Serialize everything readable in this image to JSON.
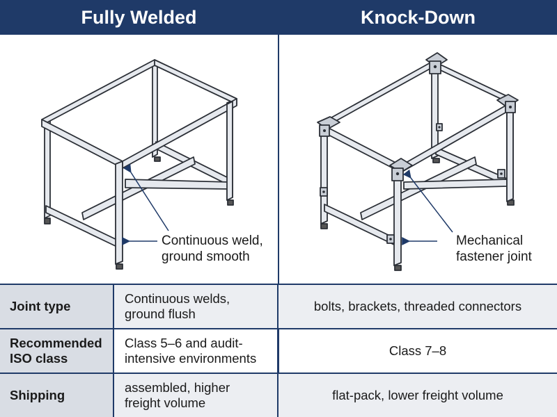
{
  "headers": {
    "left": "Fully Welded",
    "right": "Knock-Down"
  },
  "callouts": {
    "welded_line1": "Continuous weld,",
    "welded_line2": "ground smooth",
    "kd_line1": "Mechanical",
    "kd_line2": "fastener joint"
  },
  "table": {
    "rows": [
      {
        "label_lines": [
          "Joint type"
        ],
        "welded_lines": [
          "Continuous welds,",
          "ground flush"
        ],
        "kd_lines": [
          "bolts, brackets, threaded connectors"
        ]
      },
      {
        "label_lines": [
          "Recommended",
          "ISO class"
        ],
        "welded_lines": [
          "Class 5–6 and audit-",
          "intensive environments"
        ],
        "kd_lines": [
          "Class 7–8"
        ]
      },
      {
        "label_lines": [
          "Shipping"
        ],
        "welded_lines": [
          "assembled, higher",
          "freight volume"
        ],
        "kd_lines": [
          "flat-pack, lower freight volume"
        ]
      }
    ]
  },
  "colors": {
    "header_bg": "#1f3a68",
    "label_bg": "#d9dde4",
    "frame_fill": "#e6e9ee",
    "frame_stroke": "#2b2f36"
  }
}
